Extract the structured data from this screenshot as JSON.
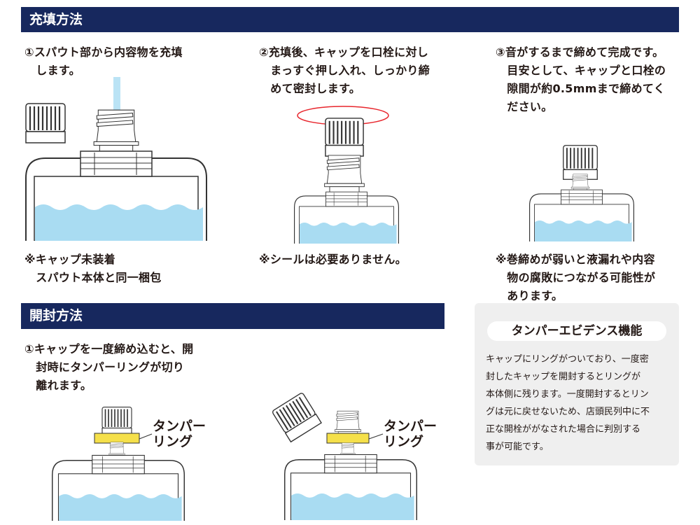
{
  "filling": {
    "title": "充填方法",
    "steps": [
      "①スパウト部から内容物を充填\n　します。",
      "②充填後、キャップを口栓に対し\n　まっすぐ押し入れ、しっかり締\n　めて密封します。",
      "③音がするまで締めて完成です。\n　目安として、キャップと口栓の\n　隙間が約0.5mmまで締めてく\n　ださい。"
    ],
    "notes": [
      "※キャップ未装着\n　スパウト本体と同一梱包",
      "※シールは必要ありません。",
      "※巻締めが弱いと液漏れや内容\n　物の腐敗につながる可能性が\n　あります。"
    ]
  },
  "opening": {
    "title": "開封方法",
    "step": "①キャップを一度締め込むと、開\n　封時にタンパーリングが切り\n　離れます。",
    "ring_label": "タンパー\nリング"
  },
  "tamper_box": {
    "title": "タンパーエビデンス機能",
    "body": "キャップにリングがついており、一度密\n封したキャップを開封するとリングが\n本体側に残ります。一度開封するとリン\nグは元に戻せないため、店頭民列中に不\n正な開栓ががなされた場合に判別する\n事が可能です。"
  },
  "colors": {
    "header": "#17285e",
    "water": "#a9dcf2",
    "ring": "#f5e04a",
    "arrow": "#e8262d"
  }
}
